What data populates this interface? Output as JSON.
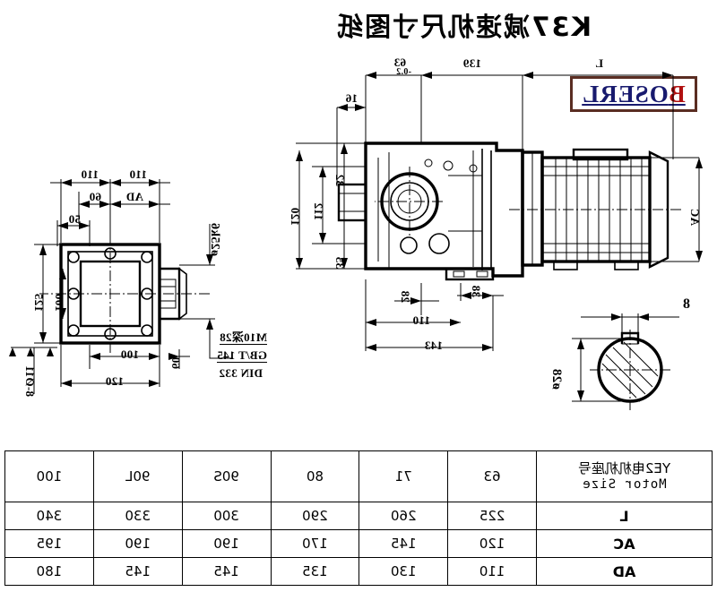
{
  "title": "K37减速机尺寸图纸",
  "logo": {
    "first": "B",
    "rest": "OSERL",
    "box_color": "#5a2d22",
    "text_color": "#181a6e",
    "accent_color": "#b01010"
  },
  "left_view": {
    "dims": {
      "L": "L",
      "d139": "139",
      "d63": "63",
      "d63_tol": "-0.2",
      "d16": "16",
      "AC": "AC",
      "d32": "32",
      "d112": "112",
      "d120": "120",
      "d35": "35",
      "d38": "38",
      "d28": "28",
      "d110": "110",
      "d143": "143"
    }
  },
  "key_detail": {
    "width": "8",
    "diameter": "ø28"
  },
  "right_view": {
    "dims": {
      "d110_a": "110",
      "d110_b": "110",
      "AD": "AD",
      "d60_top": "60",
      "d50": "50",
      "shaft": "ø25k6",
      "d125": "125",
      "d100_v": "100",
      "d60_bottom": "60",
      "d100_h": "100",
      "d120": "120",
      "holes": "8-Ø11"
    },
    "notes": [
      "M10深28",
      "GB/T 145",
      "DIN 332"
    ]
  },
  "table": {
    "header_cn": "YE2电机机座号",
    "header_en": "Motor Size",
    "columns": [
      "63",
      "71",
      "80",
      "90S",
      "90L",
      "100"
    ],
    "rows": [
      {
        "label": "L",
        "values": [
          "225",
          "260",
          "290",
          "300",
          "330",
          "340"
        ]
      },
      {
        "label": "AC",
        "values": [
          "120",
          "145",
          "170",
          "190",
          "190",
          "195"
        ]
      },
      {
        "label": "AD",
        "values": [
          "110",
          "130",
          "135",
          "145",
          "145",
          "180"
        ]
      }
    ]
  }
}
